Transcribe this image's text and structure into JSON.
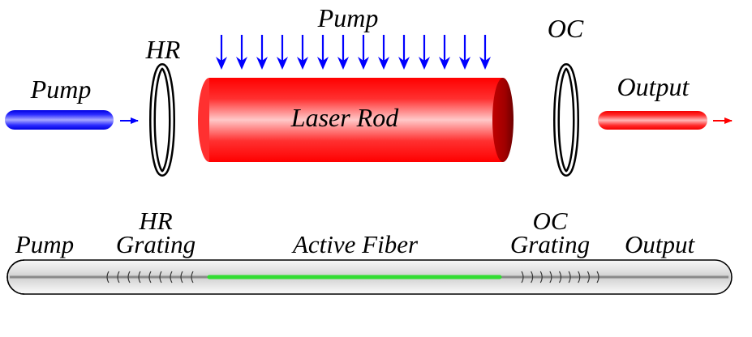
{
  "top_setup": {
    "pump_source_label": "Pump",
    "pump_arrows_label": "Pump",
    "hr_label": "HR",
    "rod_label": "Laser Rod",
    "oc_label": "OC",
    "output_label": "Output",
    "pump_arrow_count": 14
  },
  "fiber_setup": {
    "pump_label": "Pump",
    "hr_grating_label_line1": "HR",
    "hr_grating_label_line2": "Grating",
    "active_fiber_label": "Active Fiber",
    "oc_grating_label_line1": "OC",
    "oc_grating_label_line2": "Grating",
    "output_label": "Output",
    "hr_grating_line_count": 9,
    "oc_grating_line_count": 9
  },
  "colors": {
    "pump": "#0000ff",
    "laser": "#ff0000",
    "active_core": "#33dd33",
    "fiber_core": "#888888"
  }
}
